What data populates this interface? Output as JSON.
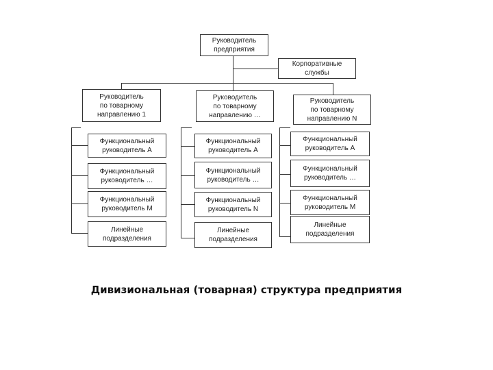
{
  "diagram": {
    "top": "Руководитель\nпредприятия",
    "corporate": "Корпоративные\nслужбы",
    "divisions": [
      {
        "head": "Руководитель\nпо товарному\nнаправлению 1",
        "units": [
          "Функциональный\nруководитель А",
          "Функциональный\nруководитель …",
          "Функциональный\nруководитель М",
          "Линейные\nподразделения"
        ]
      },
      {
        "head": "Руководитель\nпо товарному\nнаправлению …",
        "units": [
          "Функциональный\nруководитель А",
          "Функциональный\nруководитель …",
          "Функциональный\nруководитель N",
          "Линейные\nподразделения"
        ]
      },
      {
        "head": "Руководитель\nпо товарному\nнаправлению N",
        "units": [
          "Функциональный\nруководитель А",
          "Функциональный\nруководитель …",
          "Функциональный\nруководитель М",
          "Линейные\nподразделения"
        ]
      }
    ],
    "caption": "Дивизиональная (товарная) структура предприятия"
  }
}
